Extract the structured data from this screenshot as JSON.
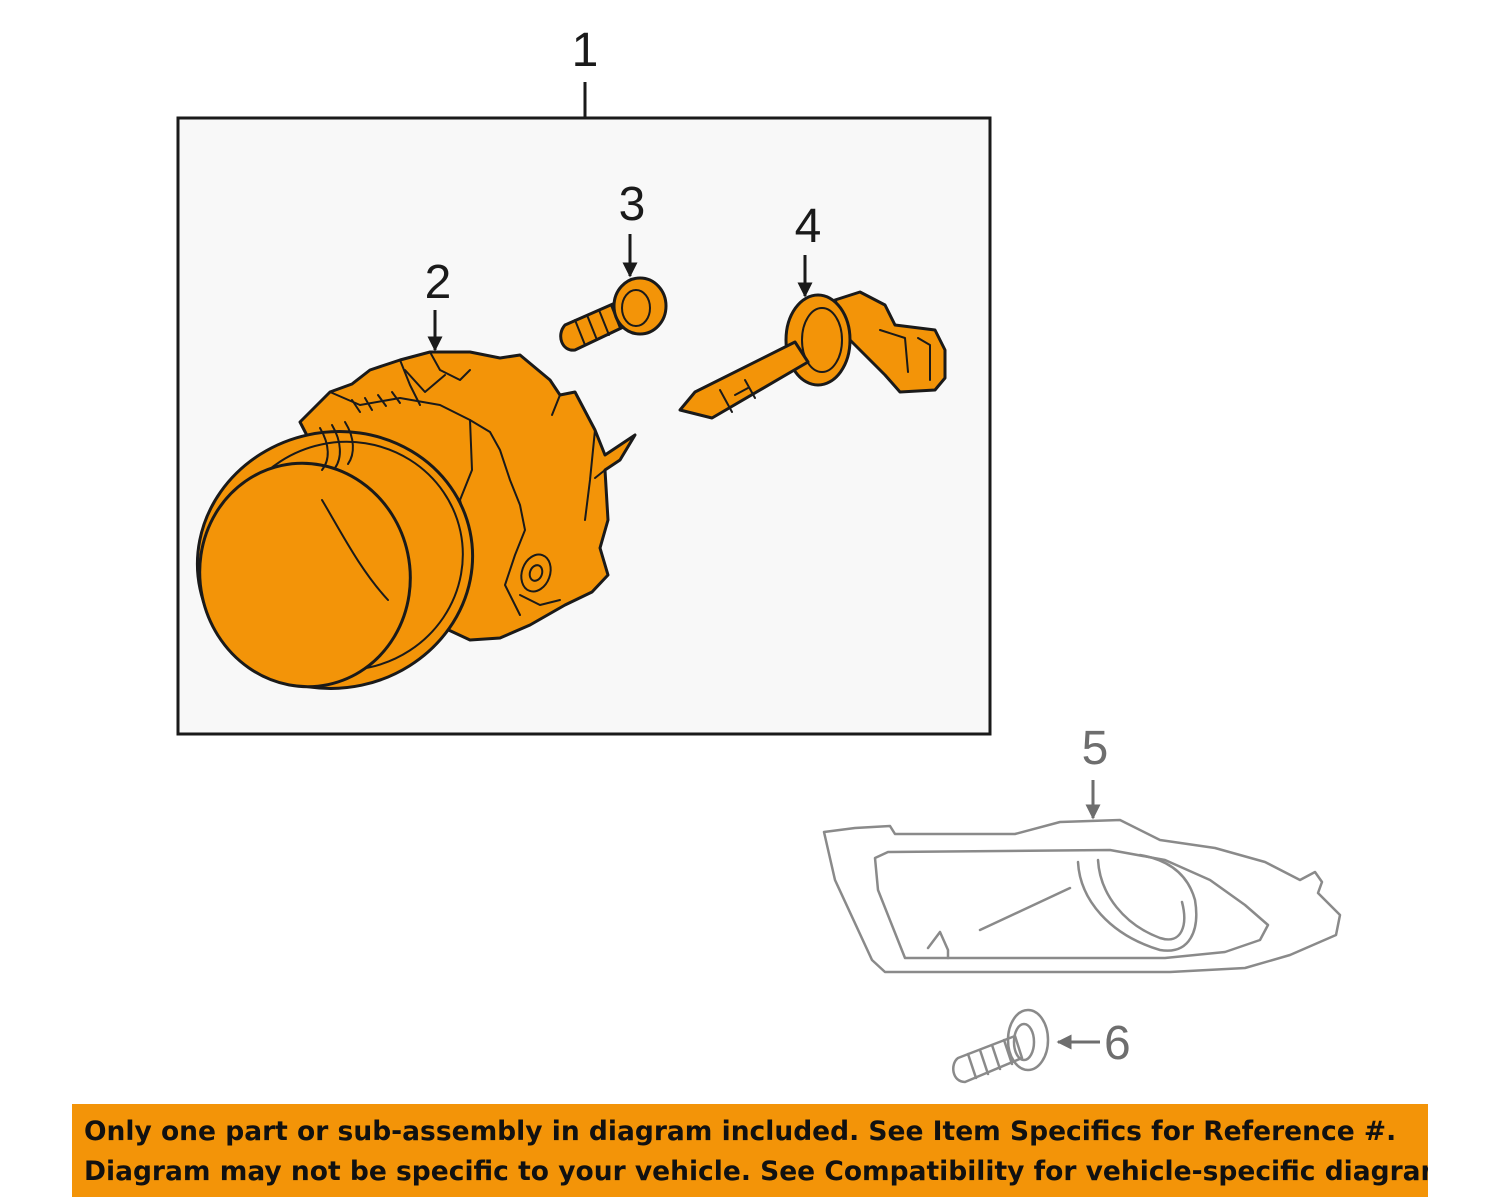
{
  "colors": {
    "part_highlight": "#F39408",
    "outline": "#1A1A1A",
    "background_part_outline": "#8A8A8A",
    "assembly_box_fill": "#F8F8F8",
    "disclaimer_background": "#F39408"
  },
  "callouts": {
    "c1": "1",
    "c2": "2",
    "c3": "3",
    "c4": "4",
    "c5": "5",
    "c6": "6"
  },
  "disclaimer": {
    "line1": "Only one part or sub-assembly in diagram included. See Item Specifics for Reference #.",
    "line2": "Diagram may not be specific to your vehicle. See Compatibility for vehicle-specific diagrams."
  }
}
